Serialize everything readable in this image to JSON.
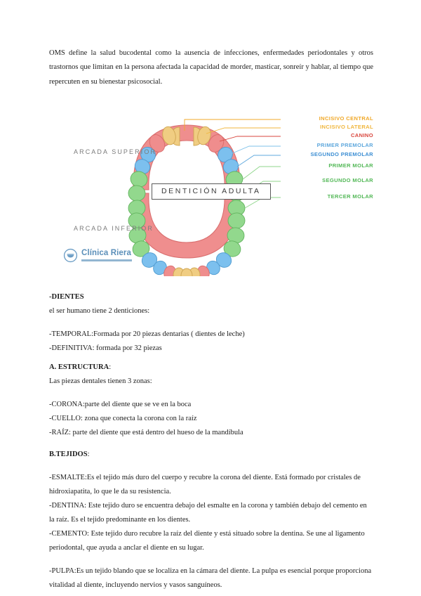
{
  "document": {
    "intro": "OMS define la salud bucodental como la ausencia de infecciones, enfermedades periodontales y otros trastornos que limitan en la persona afectada la capacidad de morder, masticar,  sonreír y hablar, al tiempo que repercuten en su bienestar psicosocial."
  },
  "figure": {
    "arch_upper_label": "ARCADA SUPERIOR",
    "arch_lower_label": "ARCADA INFERIOR",
    "center_box_label": "DENTICIÓN ADULTA",
    "logo": {
      "name": "Clínica Riera",
      "icon": "circle-smile-icon"
    },
    "tooth_labels": [
      {
        "text": "INCISIVO CENTRAL",
        "color": "#f0a828"
      },
      {
        "text": "INCISIVO LATERAL",
        "color": "#f0b63c"
      },
      {
        "text": "CANINO",
        "color": "#d9453c"
      },
      {
        "text": "PRIMER PREMOLAR",
        "color": "#5fa8dd"
      },
      {
        "text": "SEGUNDO PREMOLAR",
        "color": "#3d8fd4"
      },
      {
        "text": "PRIMER MOLAR",
        "color": "#53b857"
      },
      {
        "text": "SEGUNDO MOLAR",
        "color": "#53b857"
      },
      {
        "text": "TERCER MOLAR",
        "color": "#53b857"
      }
    ],
    "palette": {
      "gum": "#ef8e8e",
      "gum_edge": "#d96f6f",
      "incisor": "#f0cd82",
      "incisor_edge": "#cfa552",
      "canine": "#ef8d8d",
      "canine_edge": "#d96c6c",
      "premolar": "#7cc0ee",
      "premolar_edge": "#4f9bd0",
      "molar": "#92d88d",
      "molar_edge": "#63b45f"
    }
  },
  "sections": {
    "dientes": {
      "heading": "-DIENTES",
      "lead": "el ser humano tiene 2  denticiones:",
      "items": [
        "-TEMPORAL:Formada por 20 piezas dentarias ( dientes de leche)",
        "-DEFINITIVA: formada por 32 piezas"
      ]
    },
    "estructura": {
      "heading": "A. ESTRUCTURA",
      "heading_suffix": ":",
      "lead": "Las piezas dentales tienen 3 zonas:",
      "items": [
        "-CORONA:parte del diente que se ve en la boca",
        "-CUELLO: zona que conecta la corona con la raíz",
        "-RAÍZ: parte del diente que está dentro del hueso de la mandíbula"
      ]
    },
    "tejidos": {
      "heading": "B.TEJIDOS",
      "heading_suffix": ":",
      "items": [
        "-ESMALTE:Es el tejido más duro del cuerpo y recubre la corona del diente. Está formado por cristales de hidroxiapatita, lo que le da su resistencia.",
        "-DENTINA: Este tejido duro se encuentra debajo del esmalte en la corona y también debajo del cemento en la raíz. Es el tejido predominante en los dientes.",
        "-CEMENTO: Este tejido duro recubre la raíz del diente y está situado sobre la dentina. Se une al ligamento periodontal, que ayuda a anclar el diente en su lugar.",
        "-PULPA:Es un tejido blando que se localiza en la cámara del diente. La pulpa es esencial porque proporciona vitalidad al diente, incluyendo nervios y vasos sanguíneos."
      ]
    }
  }
}
